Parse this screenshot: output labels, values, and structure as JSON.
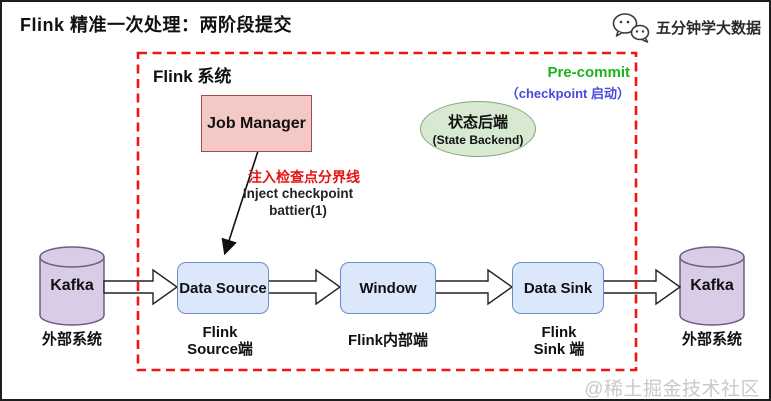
{
  "title": "Flink 精准一次处理：两阶段提交",
  "brand": {
    "name": "五分钟学大数据",
    "icon": "wechat-icon"
  },
  "system": {
    "label": "Flink 系统"
  },
  "precommit": {
    "title": "Pre-commit",
    "subtitle": "（checkpoint 启动）"
  },
  "job_manager": {
    "label": "Job Manager"
  },
  "state_backend": {
    "title": "状态后端",
    "subtitle": "(State Backend)"
  },
  "inject": {
    "cn": "注入检查点分界线",
    "en_line1": "Inject checkpoint",
    "en_line2": "battier(1)"
  },
  "pipeline": {
    "kafka_left": "Kafka",
    "data_source": "Data Source",
    "window": "Window",
    "data_sink": "Data Sink",
    "kafka_right": "Kafka"
  },
  "captions": {
    "external_left": "外部系统",
    "source_line1": "Flink",
    "source_line2": "Source端",
    "internal": "Flink内部端",
    "sink_line1": "Flink",
    "sink_line2": "Sink 端",
    "external_right": "外部系统"
  },
  "watermark": "@稀土掘金技术社区",
  "colors": {
    "dashed_border": "#f21414",
    "precommit_green": "#1db31d",
    "checkpoint_blue": "#4848dd",
    "inject_red": "#e51515",
    "job_manager_fill": "#f4c8c4",
    "job_manager_border": "#9e4f47",
    "node_fill": "#dbe8fb",
    "node_border": "#6c8ebf",
    "state_backend_fill": "#d7e9d1",
    "state_backend_border": "#87a47c",
    "kafka_fill": "#d9cce6",
    "kafka_border": "#6f5c84"
  }
}
